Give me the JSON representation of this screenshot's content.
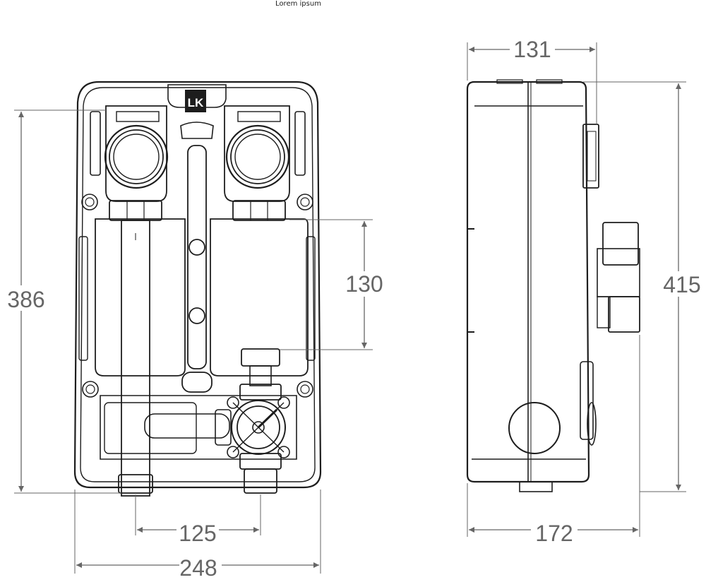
{
  "caption": "Lorem ipsum",
  "logo_text": "LK",
  "colors": {
    "line": "#1d1d1d",
    "dimension": "#666666",
    "background": "#ffffff"
  },
  "dimensions": {
    "front_width": "248",
    "pipe_spacing": "125",
    "front_height": "386",
    "inner_height": "130",
    "side_depth": "172",
    "side_top_depth": "131",
    "side_height": "415"
  }
}
